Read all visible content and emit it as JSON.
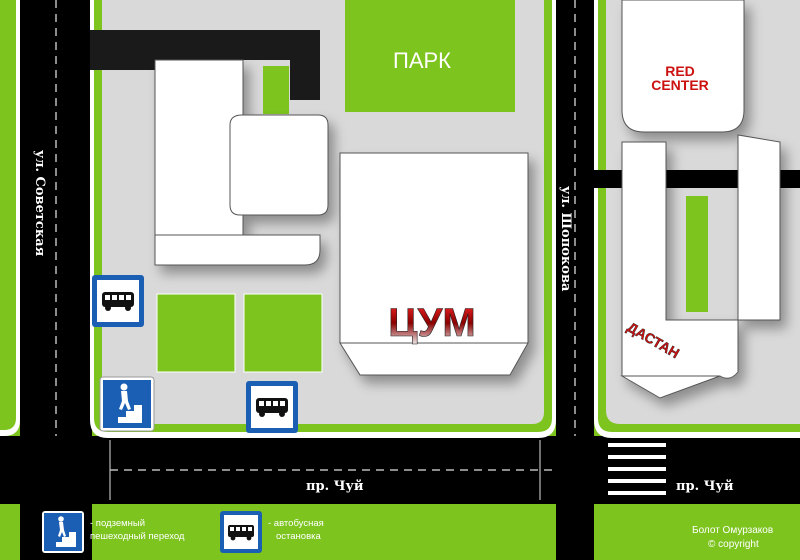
{
  "map": {
    "streets": {
      "sovetskaya": "ул. Советская",
      "shopokova": "ул. Шопокова",
      "chui_left": "пр. Чуй",
      "chui_right": "пр. Чуй"
    },
    "landmarks": {
      "park": "ПАРК",
      "tsum": "ЦУМ",
      "red_center": "RED CENTER",
      "red_center_top": "RED",
      "red_center_bottom": "CENTER",
      "dastan": "ДАСТАН"
    },
    "legend": {
      "underpass_line1": "- подземный",
      "underpass_line2": "пешеходный переход",
      "bus_stop_line1": "- автобусная",
      "bus_stop_line2": "остановка"
    },
    "credit": {
      "author": "Болот Омурзаков",
      "copyright": "© copyright"
    },
    "colors": {
      "green": "#7dc41f",
      "road": "#000000",
      "block": "#d9d9d9",
      "sign_blue": "#1a5fb4",
      "accent_red": "#cc1111"
    }
  }
}
